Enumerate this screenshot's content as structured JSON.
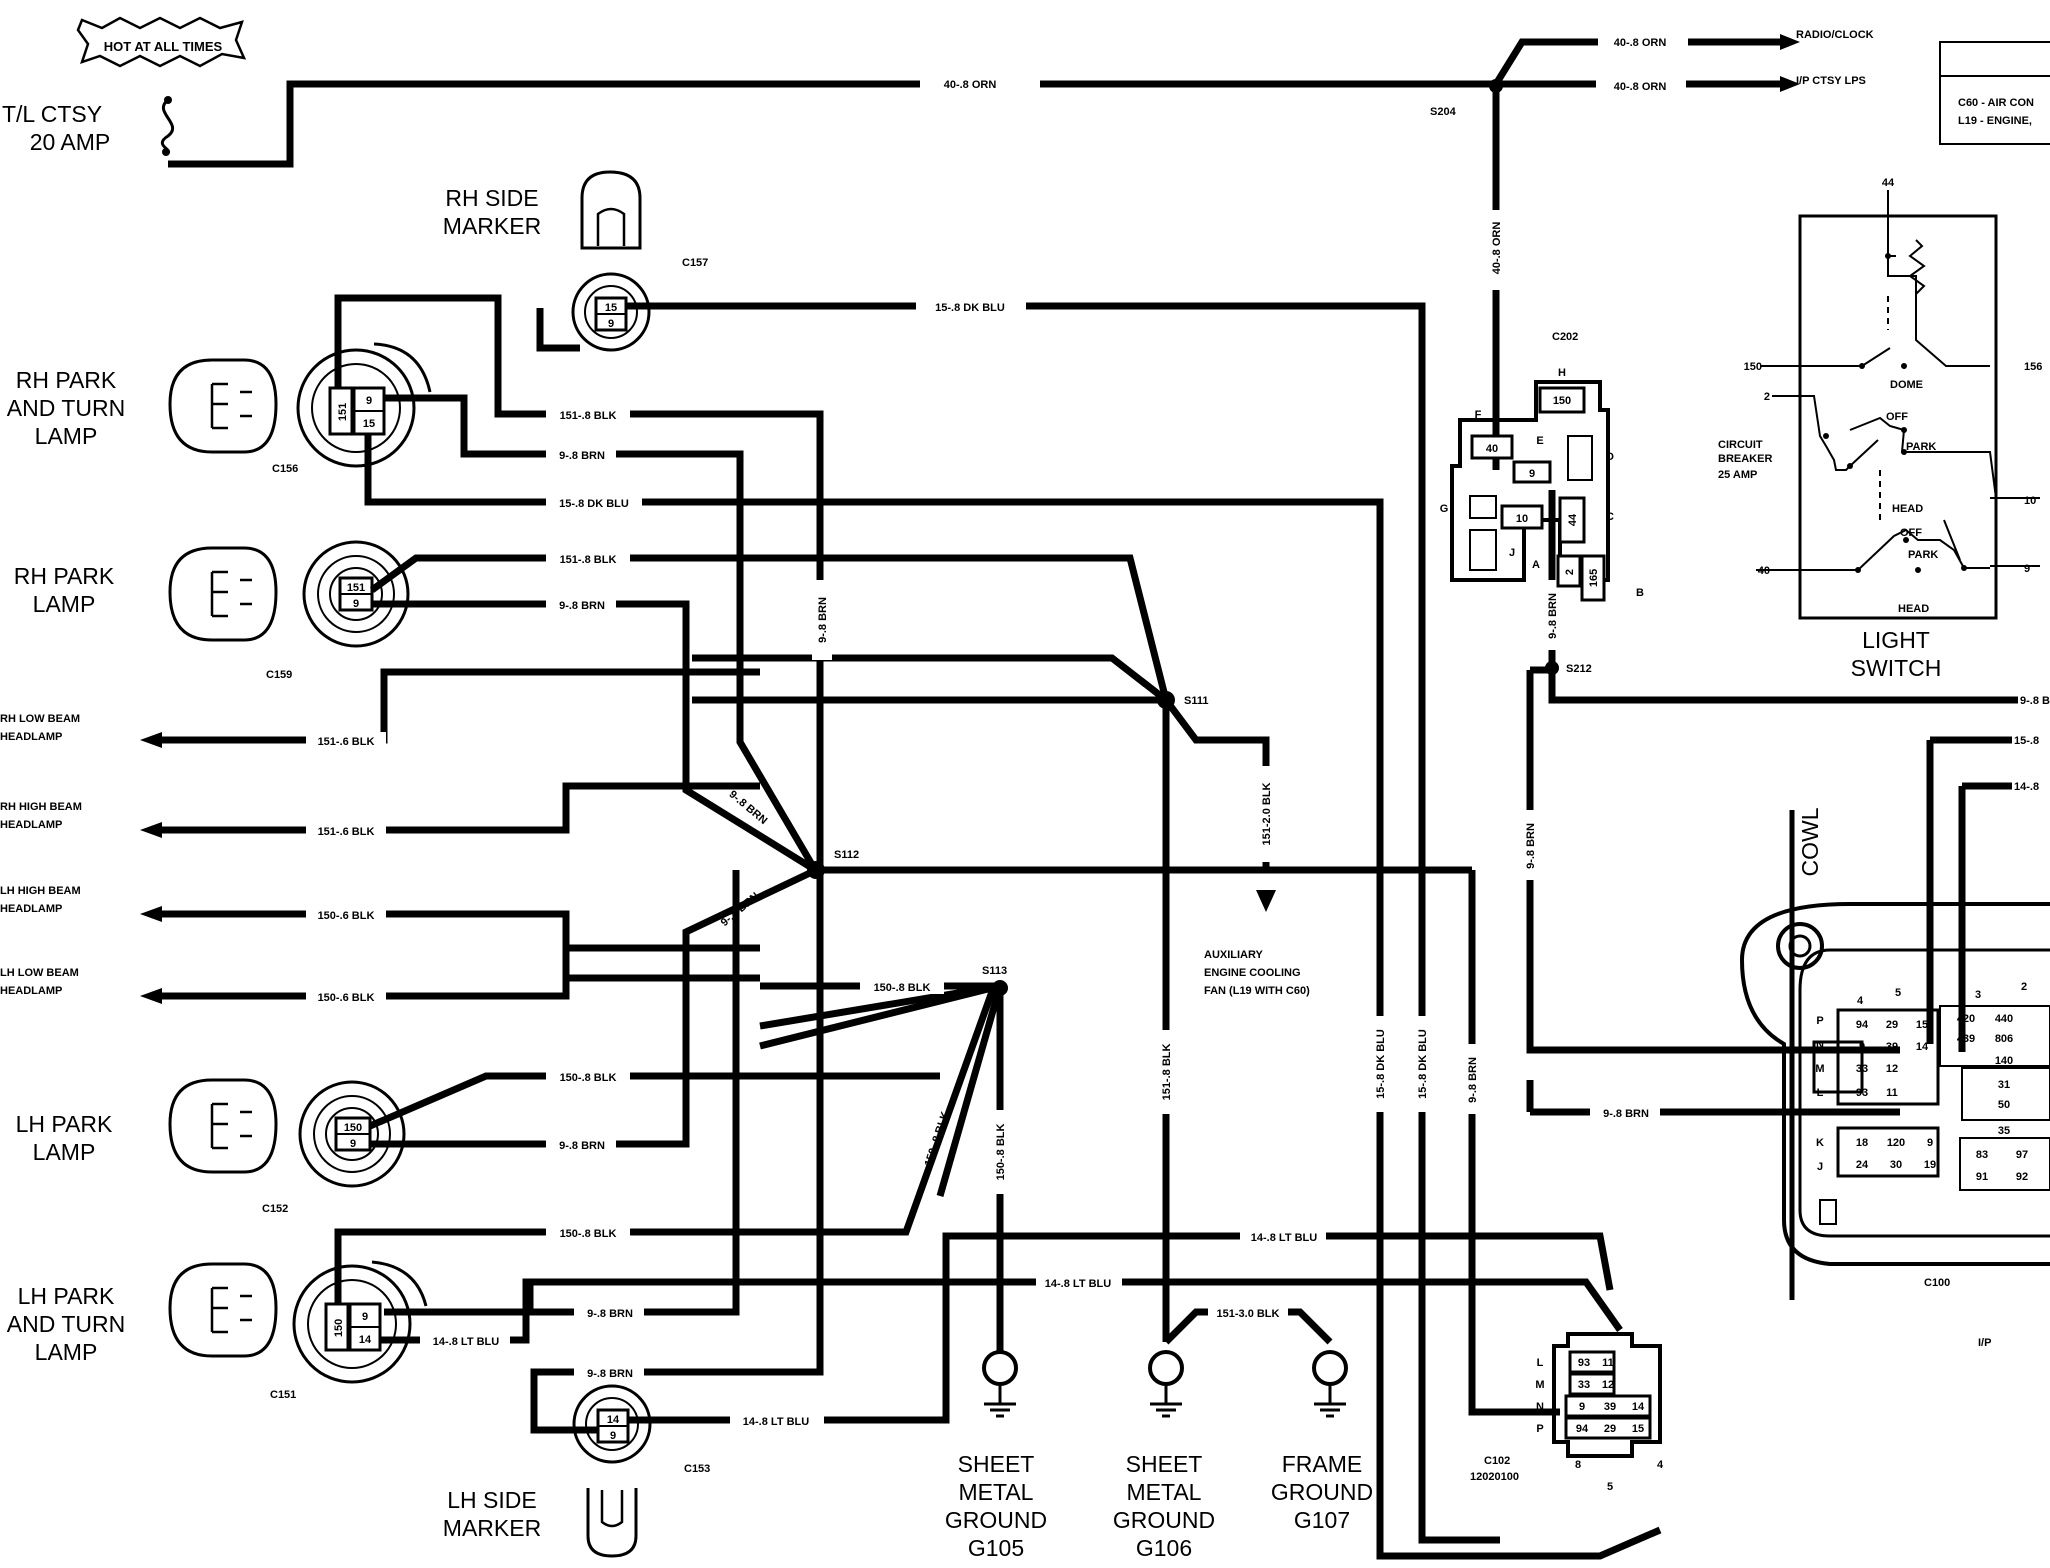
{
  "title_flag": "HOT AT ALL TIMES",
  "fuse": "T/L CTSY",
  "fuse_amp": "20 AMP",
  "notes": {
    "line1": "C60 - AIR CON",
    "line2": "L19 - ENGINE,"
  },
  "outputs": {
    "radio": "RADIO/CLOCK",
    "ip": "I/P CTSY LPS"
  },
  "components": {
    "rh_side_marker": [
      "RH SIDE",
      "MARKER"
    ],
    "rh_park_turn": [
      "RH PARK",
      "AND TURN",
      "LAMP"
    ],
    "rh_park": [
      "RH PARK",
      "LAMP"
    ],
    "lh_park": [
      "LH PARK",
      "LAMP"
    ],
    "lh_park_turn": [
      "LH PARK",
      "AND TURN",
      "LAMP"
    ],
    "lh_side_marker": [
      "LH SIDE",
      "MARKER"
    ],
    "light_switch": [
      "LIGHT",
      "SWITCH"
    ],
    "aux_fan": [
      "AUXILIARY",
      "ENGINE COOLING",
      "FAN (L19 WITH C60)"
    ],
    "g105": [
      "SHEET",
      "METAL",
      "GROUND",
      "G105"
    ],
    "g106": [
      "SHEET",
      "METAL",
      "GROUND",
      "G106"
    ],
    "g107": [
      "FRAME",
      "GROUND",
      "G107"
    ],
    "cowl": "COWL",
    "ip": "I/P",
    "breaker": [
      "CIRCUIT",
      "BREAKER",
      "25 AMP"
    ]
  },
  "headlamps": [
    [
      "RH LOW BEAM",
      "HEADLAMP"
    ],
    [
      "RH HIGH BEAM",
      "HEADLAMP"
    ],
    [
      "LH HIGH BEAM",
      "HEADLAMP"
    ],
    [
      "LH LOW BEAM",
      "HEADLAMP"
    ]
  ],
  "connectors": {
    "c157": "C157",
    "c156": "C156",
    "c159": "C159",
    "c152": "C152",
    "c151": "C151",
    "c153": "C153",
    "c202": "C202",
    "c100": "C100",
    "c102": "C102",
    "c102_part": "12020100"
  },
  "splices": {
    "s204": "S204",
    "s111": "S111",
    "s112": "S112",
    "s113": "S113",
    "s212": "S212"
  },
  "wires": {
    "orn40": "40-.8 ORN",
    "ornv": "40-.8 ORN",
    "dkblu15": "15-.8 DK BLU",
    "blk151": "151-.8 BLK",
    "brn9": "9-.8 BRN",
    "blk151_6": "151-.6 BLK",
    "blk150_6": "150-.6 BLK",
    "blk150": "150-.8 BLK",
    "ltblu14": "14-.8 LT BLU",
    "blk151_2": "151-2.0 BLK",
    "blk151_3": "151-3.0 BLK",
    "dkblu15_r": "15-.8",
    "ltblu14_r": "14-.8"
  },
  "switch": {
    "p44": "44",
    "p150": "150",
    "p156": "156",
    "p2": "2",
    "p10": "10",
    "p40": "40",
    "p9": "9",
    "dome": "DOME",
    "off": "OFF",
    "park": "PARK",
    "head": "HEAD"
  },
  "pins": {
    "c157": [
      "15",
      "9"
    ],
    "c156": [
      "151",
      "9",
      "15"
    ],
    "c159": [
      "151",
      "9"
    ],
    "c152": [
      "150",
      "9"
    ],
    "c151": [
      "150",
      "9",
      "14"
    ],
    "c153": [
      "14",
      "9"
    ]
  },
  "c202_cells": [
    "150",
    "40",
    "9",
    "10",
    "44",
    "2",
    "165"
  ],
  "c202_letters": [
    "H",
    "F",
    "E",
    "D",
    "G",
    "C",
    "J",
    "A",
    "B"
  ],
  "c100_rows": {
    "letters": [
      "P",
      "N",
      "M",
      "L",
      "K",
      "J"
    ],
    "cols": [
      "4",
      "5",
      "3",
      "2"
    ],
    "p": [
      "94",
      "29",
      "15"
    ],
    "n": [
      "9",
      "39",
      "14"
    ],
    "m": [
      "33",
      "12"
    ],
    "l": [
      "93",
      "11"
    ],
    "k": [
      "18",
      "120",
      "9"
    ],
    "j": [
      "24",
      "30",
      "19"
    ],
    "right": [
      "420",
      "440",
      "439",
      "806",
      "140",
      "31",
      "50",
      "35",
      "83",
      "97",
      "91",
      "92"
    ]
  },
  "c102_rows": {
    "letters": [
      "L",
      "M",
      "N",
      "P"
    ],
    "r1": [
      "93",
      "11"
    ],
    "r2": [
      "33",
      "12"
    ],
    "r3": [
      "9",
      "39",
      "14"
    ],
    "r4": [
      "94",
      "29",
      "15"
    ],
    "bottom": [
      "8",
      "5",
      "4"
    ]
  }
}
